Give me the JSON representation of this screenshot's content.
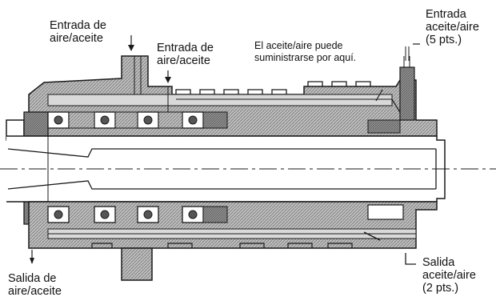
{
  "labels": {
    "inlet_top_left": [
      "Entrada de",
      "aire/aceite"
    ],
    "inlet_top_center": [
      "Entrada de",
      "aire/aceite"
    ],
    "supply_note": [
      "El aceite/aire puede",
      "suministrarse por aquí."
    ],
    "inlet_right": [
      "Entrada",
      "aceite/aire",
      "(5 pts.)"
    ],
    "outlet_left": [
      "Salida de",
      "aire/aceite"
    ],
    "outlet_right": [
      "Salida",
      "aceite/aire",
      "(2 pts.)"
    ]
  },
  "colors": {
    "line": "#1a1a1a",
    "fill_dark": "#6f6f6f",
    "fill_mid": "#9a9a9a",
    "fill_light": "#c9c9c9",
    "paper": "#ffffff"
  }
}
